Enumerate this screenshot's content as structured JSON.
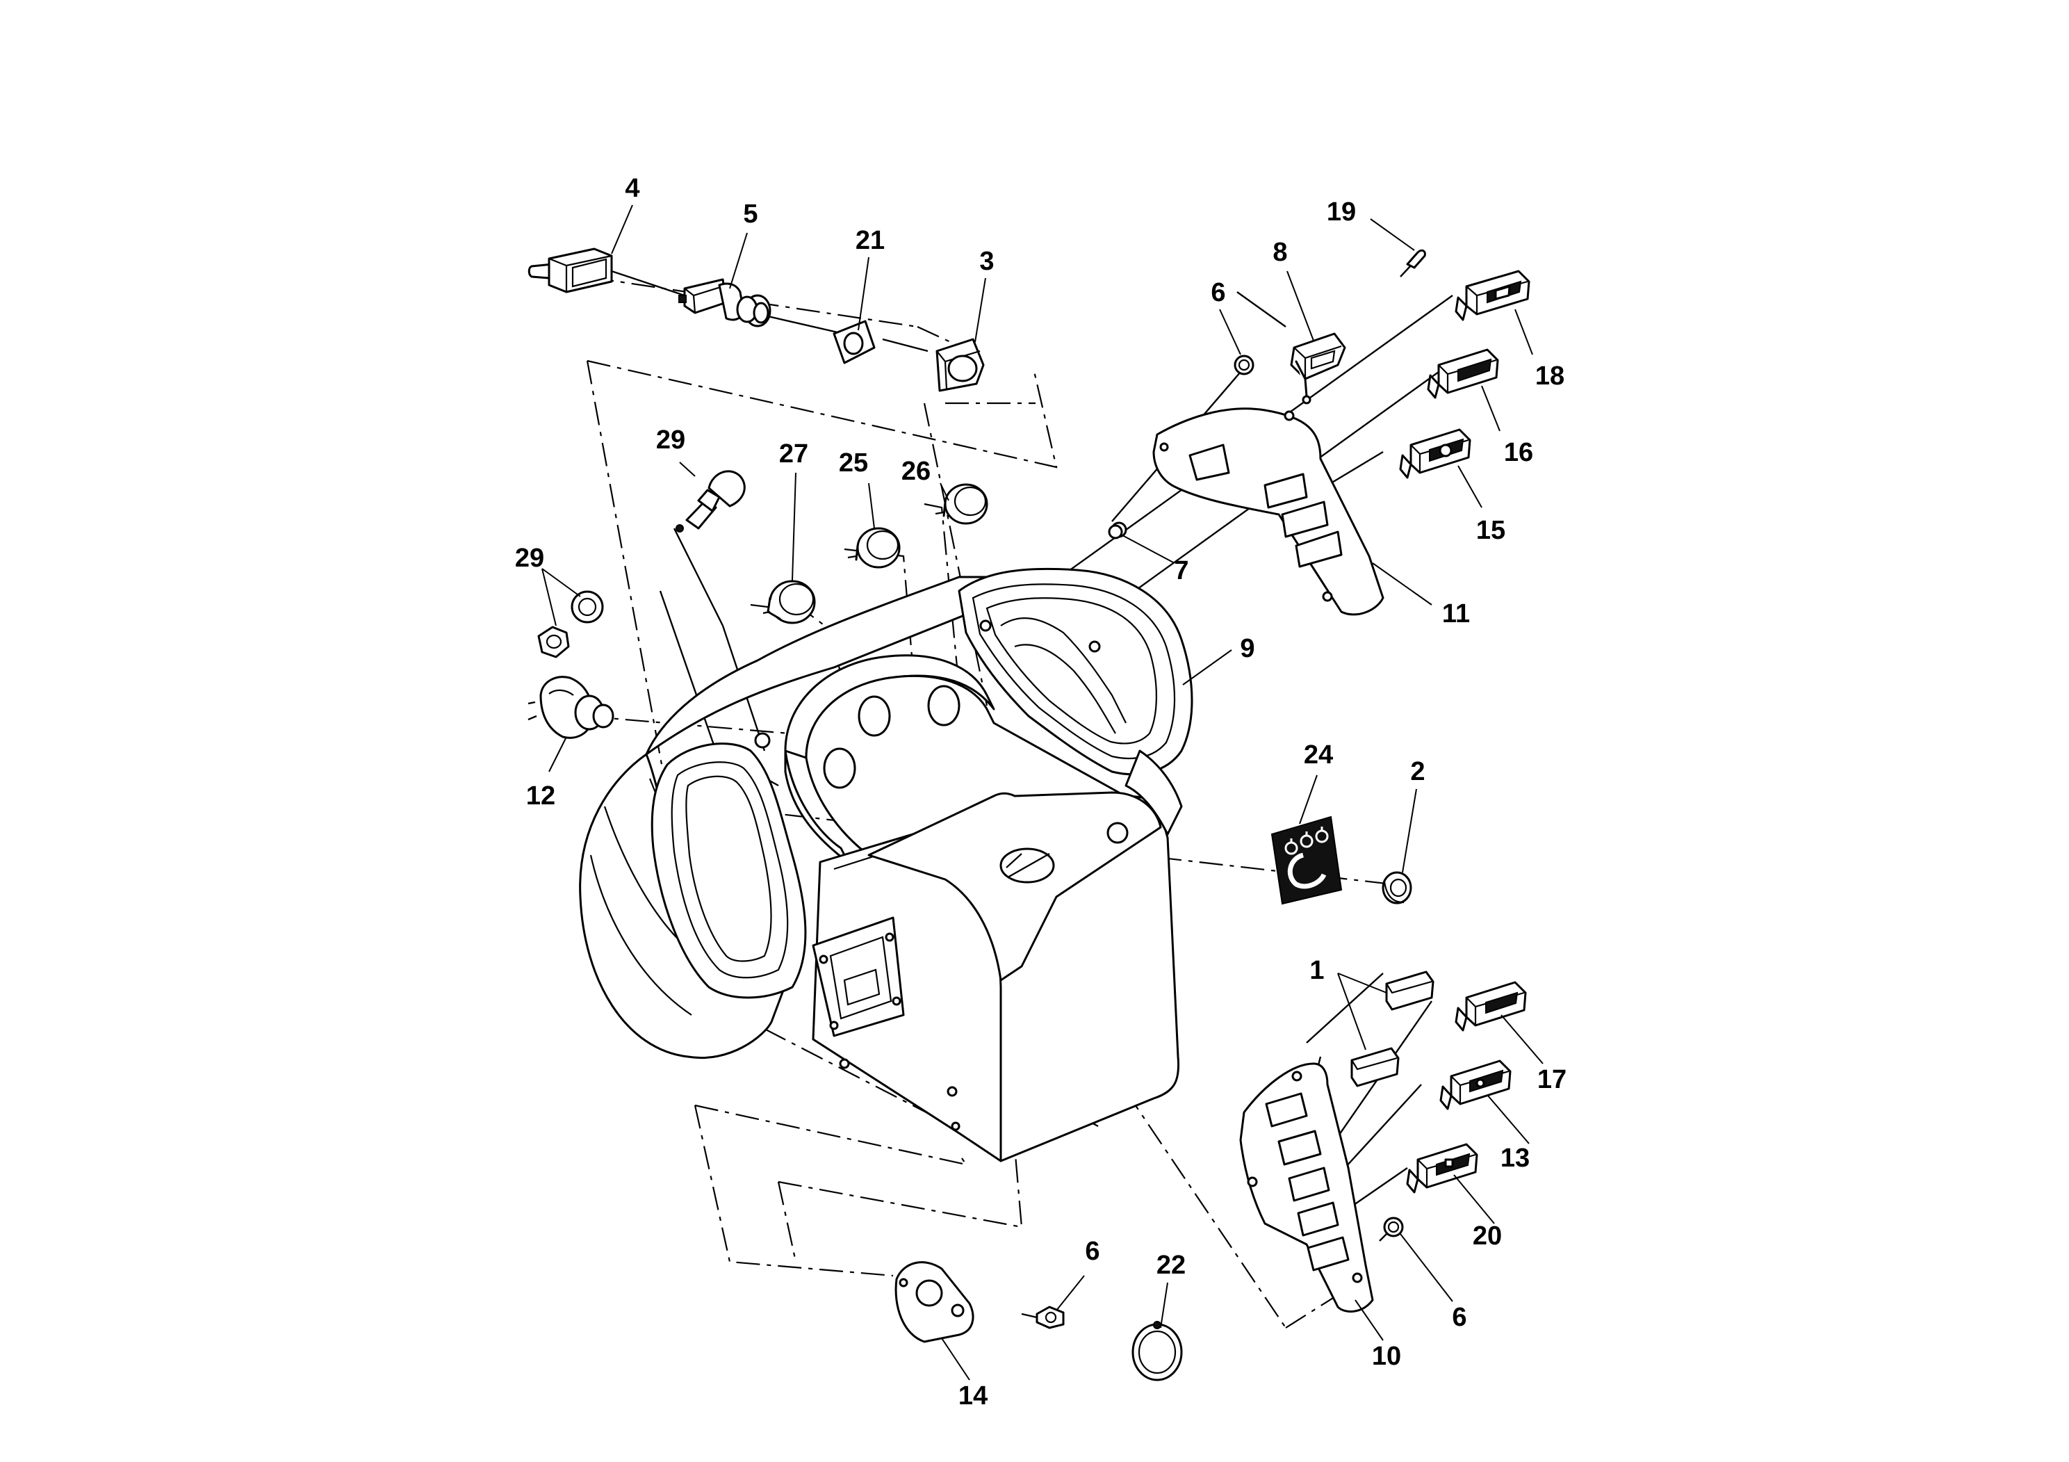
{
  "callouts": {
    "c1": "1",
    "c2": "2",
    "c3": "3",
    "c4": "4",
    "c5": "5",
    "c6a": "6",
    "c6b": "6",
    "c6c": "6",
    "c7": "7",
    "c8": "8",
    "c9": "9",
    "c10": "10",
    "c11": "11",
    "c12": "12",
    "c13": "13",
    "c14": "14",
    "c15": "15",
    "c16": "16",
    "c17": "17",
    "c18": "18",
    "c19": "19",
    "c20": "20",
    "c21": "21",
    "c22": "22",
    "c24": "24",
    "c25": "25",
    "c26": "26",
    "c27": "27",
    "c29a": "29",
    "c29b": "29"
  }
}
